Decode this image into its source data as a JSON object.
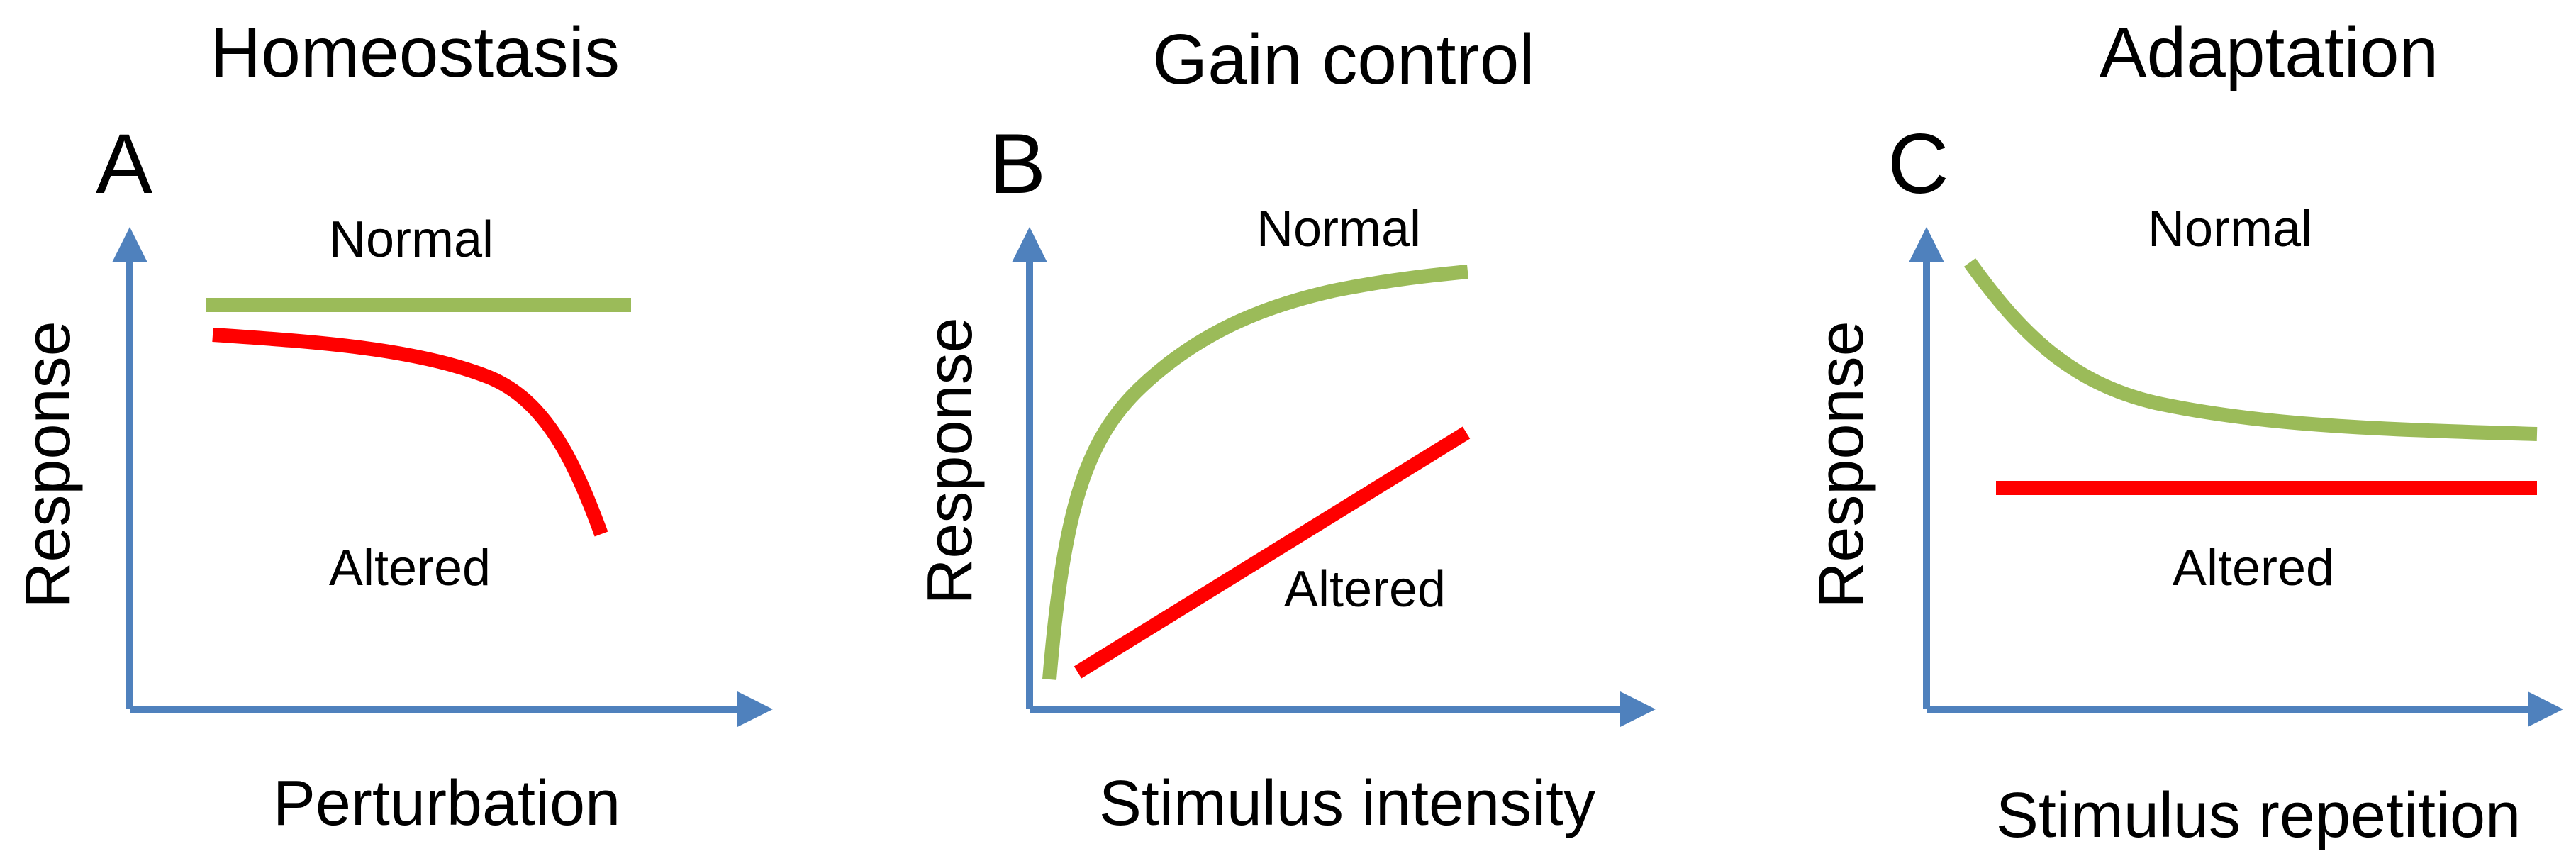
{
  "colors": {
    "axis": "#4F81BD",
    "normal": "#9BBB59",
    "altered": "#FF0000"
  },
  "panels": [
    {
      "letter": "A",
      "title": "Homeostasis",
      "x_label": "Perturbation",
      "y_label": "Response",
      "normal_label": "Normal",
      "altered_label": "Altered"
    },
    {
      "letter": "B",
      "title": "Gain control",
      "x_label": "Stimulus intensity",
      "y_label": "Response",
      "normal_label": "Normal",
      "altered_label": "Altered"
    },
    {
      "letter": "C",
      "title": "Adaptation",
      "x_label": "Stimulus repetition",
      "y_label": "Response",
      "normal_label": "Normal",
      "altered_label": "Altered"
    }
  ]
}
